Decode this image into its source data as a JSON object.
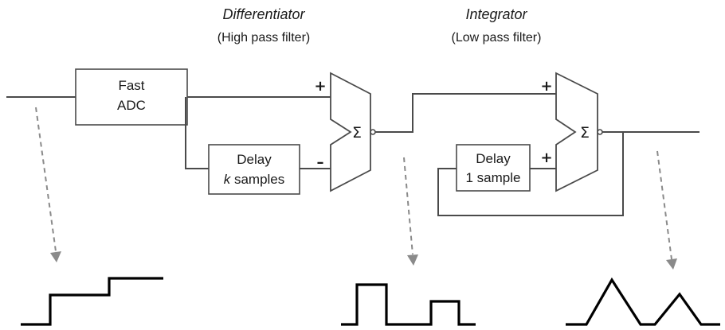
{
  "titles": {
    "differentiator": "Differentiator",
    "differentiator_sub": "(High pass filter)",
    "integrator": "Integrator",
    "integrator_sub": "(Low pass filter)"
  },
  "blocks": {
    "adc_line1": "Fast",
    "adc_line2": "ADC",
    "delay_k_line1": "Delay",
    "delay_k_var": "k",
    "delay_k_rest": " samples",
    "delay_1_line1": "Delay",
    "delay_1_line2": "1 sample"
  },
  "symbols": {
    "sum": "Σ",
    "plus": "+",
    "minus": "–"
  },
  "waveforms": [
    "staircase",
    "pulses",
    "triangles"
  ],
  "colors": {
    "wire": "#4a4a4a",
    "arrow": "#8a8a8a",
    "waveform": "#000000"
  }
}
